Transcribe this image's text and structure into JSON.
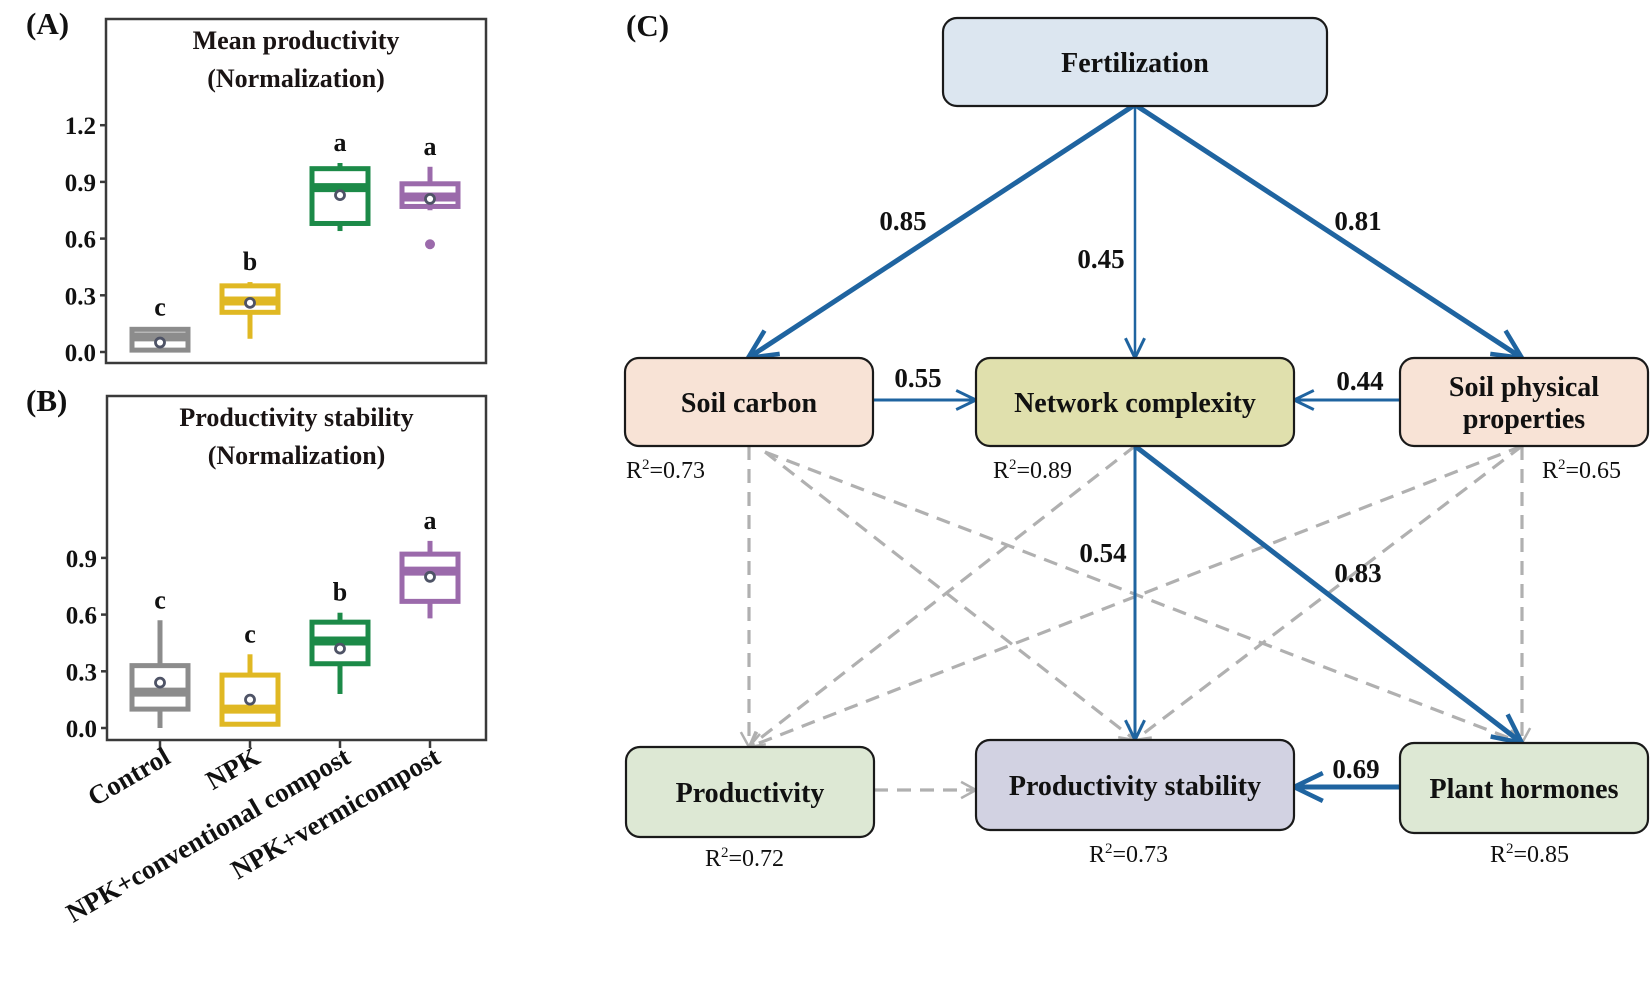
{
  "chart_data": [
    {
      "panel_label": "(A)",
      "type": "box",
      "title": "Mean productivity",
      "subtitle": "(Normalization)",
      "ylim": [
        -0.05,
        1.45
      ],
      "yticks": [
        "0.0",
        "0.3",
        "0.6",
        "0.9",
        "1.2"
      ],
      "ytick_values": [
        0.0,
        0.3,
        0.6,
        0.9,
        1.2
      ],
      "categories": [
        "Control",
        "NPK",
        "NPK+conventional compost",
        "NPK+vermicompost"
      ],
      "colors": [
        "#8c8c8c",
        "#e0b823",
        "#1c8a48",
        "#9b6aab"
      ],
      "boxes": [
        {
          "min": 0.0,
          "q1": 0.01,
          "median": 0.08,
          "q3": 0.12,
          "max": 0.13,
          "mean": 0.05,
          "letter": "c",
          "outliers": []
        },
        {
          "min": 0.07,
          "q1": 0.21,
          "median": 0.27,
          "q3": 0.35,
          "max": 0.37,
          "mean": 0.26,
          "letter": "b",
          "outliers": []
        },
        {
          "min": 0.64,
          "q1": 0.68,
          "median": 0.87,
          "q3": 0.97,
          "max": 1.0,
          "mean": 0.83,
          "letter": "a",
          "outliers": []
        },
        {
          "min": 0.75,
          "q1": 0.77,
          "median": 0.82,
          "q3": 0.89,
          "max": 0.98,
          "mean": 0.81,
          "letter": "a",
          "outliers": [
            0.57
          ]
        }
      ]
    },
    {
      "panel_label": "(B)",
      "type": "box",
      "title": "Productivity stability",
      "subtitle": "(Normalization)",
      "ylim": [
        -0.05,
        1.45
      ],
      "yticks": [
        "0.0",
        "0.3",
        "0.6",
        "0.9"
      ],
      "ytick_values": [
        0.0,
        0.3,
        0.6,
        0.9
      ],
      "categories": [
        "Control",
        "NPK",
        "NPK+conventional compost",
        "NPK+vermicompost"
      ],
      "colors": [
        "#8c8c8c",
        "#e0b823",
        "#1c8a48",
        "#9b6aab"
      ],
      "boxes": [
        {
          "min": 0.0,
          "q1": 0.1,
          "median": 0.19,
          "q3": 0.33,
          "max": 0.57,
          "mean": 0.24,
          "letter": "c",
          "outliers": []
        },
        {
          "min": 0.01,
          "q1": 0.02,
          "median": 0.1,
          "q3": 0.28,
          "max": 0.39,
          "mean": 0.15,
          "letter": "c",
          "outliers": []
        },
        {
          "min": 0.18,
          "q1": 0.34,
          "median": 0.46,
          "q3": 0.56,
          "max": 0.61,
          "mean": 0.42,
          "letter": "b",
          "outliers": []
        },
        {
          "min": 0.58,
          "q1": 0.67,
          "median": 0.83,
          "q3": 0.92,
          "max": 0.99,
          "mean": 0.8,
          "letter": "a",
          "outliers": []
        }
      ]
    },
    {
      "panel_label": "(C)",
      "type": "path-diagram",
      "nodes": [
        {
          "id": "fert",
          "label": [
            "Fertilization"
          ],
          "fill": "#dce6f0",
          "r2": ""
        },
        {
          "id": "soilc",
          "label": [
            "Soil carbon"
          ],
          "fill": "#f8e3d6",
          "r2": "0.73"
        },
        {
          "id": "net",
          "label": [
            "Network complexity"
          ],
          "fill": "#e0e0ad",
          "r2": "0.89"
        },
        {
          "id": "soilp",
          "label": [
            "Soil physical",
            "properties"
          ],
          "fill": "#f8e3d6",
          "r2": "0.65"
        },
        {
          "id": "prod",
          "label": [
            "Productivity"
          ],
          "fill": "#dde8d4",
          "r2": "0.72"
        },
        {
          "id": "stab",
          "label": [
            "Productivity stability"
          ],
          "fill": "#d2d2e2",
          "r2": "0.73"
        },
        {
          "id": "horm",
          "label": [
            "Plant hormones"
          ],
          "fill": "#dde8d4",
          "r2": "0.85"
        }
      ],
      "significant_paths": [
        {
          "from": "fert",
          "to": "soilc",
          "coef": "0.85"
        },
        {
          "from": "fert",
          "to": "net",
          "coef": "0.45"
        },
        {
          "from": "fert",
          "to": "soilp",
          "coef": "0.81"
        },
        {
          "from": "soilc",
          "to": "net",
          "coef": "0.55"
        },
        {
          "from": "soilp",
          "to": "net",
          "coef": "0.44"
        },
        {
          "from": "net",
          "to": "stab",
          "coef": "0.54"
        },
        {
          "from": "net",
          "to": "horm",
          "coef": "0.83"
        },
        {
          "from": "horm",
          "to": "stab",
          "coef": "0.69"
        }
      ],
      "nonsignificant_paths": [
        {
          "from": "soilc",
          "to": "prod"
        },
        {
          "from": "soilc",
          "to": "stab"
        },
        {
          "from": "soilc",
          "to": "horm"
        },
        {
          "from": "net",
          "to": "prod"
        },
        {
          "from": "soilp",
          "to": "prod"
        },
        {
          "from": "soilp",
          "to": "stab"
        },
        {
          "from": "soilp",
          "to": "horm"
        },
        {
          "from": "prod",
          "to": "stab"
        }
      ],
      "colors": {
        "significant": "#1f64a0",
        "nonsignificant": "#b0b0b0"
      }
    }
  ]
}
